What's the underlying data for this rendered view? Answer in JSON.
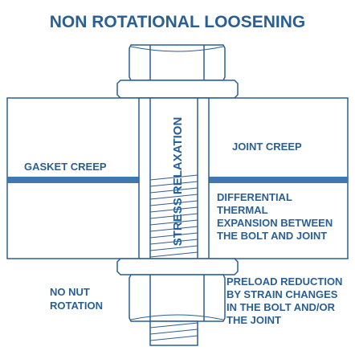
{
  "title": "NON ROTATIONAL LOOSENING",
  "labels": {
    "gasket_creep": "GASKET CREEP",
    "joint_creep": "JOINT CREEP",
    "stress_relaxation": "STRESS RELAXATION",
    "differential_thermal": [
      "DIFFERENTIAL",
      "THERMAL",
      "EXPANSION BETWEEN",
      "THE BOLT AND JOINT"
    ],
    "no_nut_rotation": [
      "NO NUT",
      "ROTATION"
    ],
    "preload_reduction": [
      "PRELOAD REDUCTION",
      "BY STRAIN CHANGES",
      "IN THE BOLT AND/OR",
      "THE JOINT"
    ]
  },
  "colors": {
    "primary": "#2a5f94",
    "band": "#3f78ae",
    "background": "#ffffff"
  }
}
